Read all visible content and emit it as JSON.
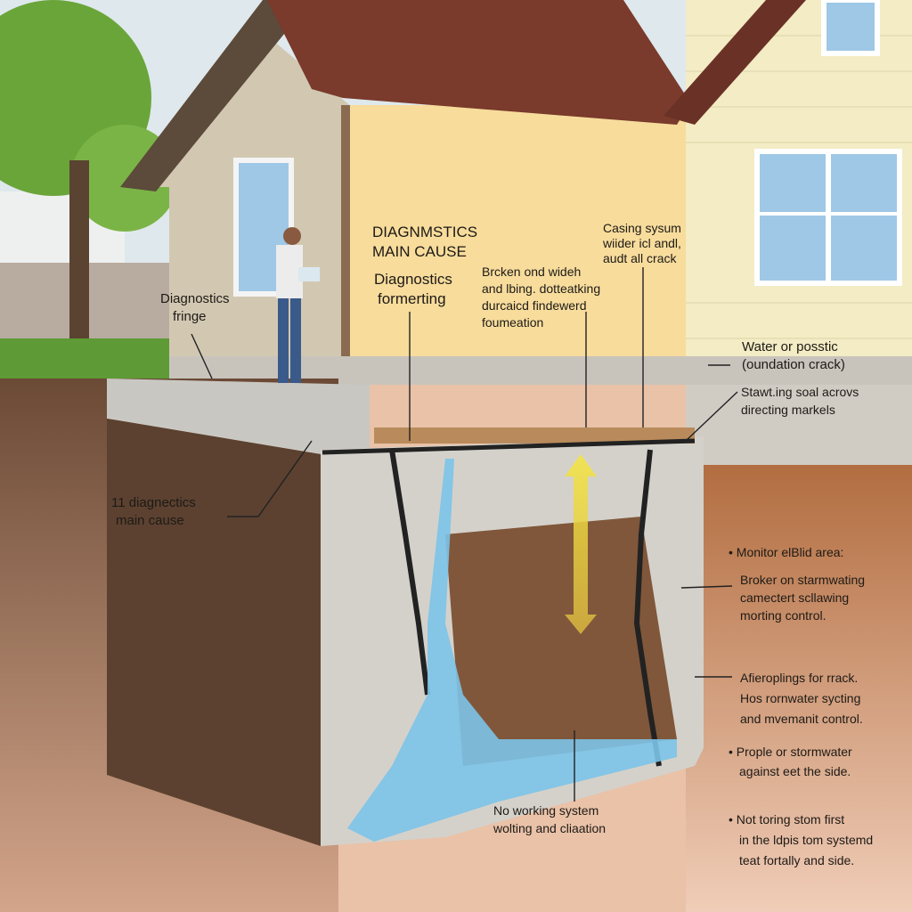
{
  "labels": {
    "diagnostics_fringe": [
      "Diagnostics",
      "fringe"
    ],
    "main_cause_title": [
      "DIAGNMSTICS",
      "MAIN CAUSE"
    ],
    "diagnostics_formerting": [
      "Diagnostics",
      "formerting"
    ],
    "broken_widen": [
      "Brcken ond widеh",
      "and lbing. dotteatking",
      "durcaicd findewerd",
      "foumeation"
    ],
    "casing_system": [
      "Casing sysum",
      "wiider icl andl,",
      "audt all crack"
    ],
    "water_crack": [
      "Water or posstic",
      "(oundation crack)"
    ],
    "stawing_soal": [
      "Stawt.ing soal acrovs",
      "directing markels"
    ],
    "main_cause_left": [
      "11 diagnectics",
      "main cause"
    ],
    "monitor": [
      "• Monitor elBlid area:"
    ],
    "broker_stormwater": [
      "Broker on starmwating",
      "camectert scllawing",
      "morting control."
    ],
    "afieroplings": [
      "Afieroplings for rrack.",
      "Hos rornwater sycting",
      "and mvemanit control."
    ],
    "people_stormwater": [
      "• Prople or stormwater",
      "against eet the side."
    ],
    "not_toring": [
      "• Not toring stom first",
      "in the ldpis tom systemd",
      "teat fortally and side."
    ],
    "no_working": [
      "No working system",
      "wolting and cliaation"
    ]
  },
  "colors": {
    "water": "#7cc3e8",
    "soil_dark": "#5a3d2a",
    "soil_light": "#c98a5e",
    "wall_yellow": "#f7dc9c",
    "roof": "#7a3a2c",
    "arrow": "#f2e04a"
  }
}
